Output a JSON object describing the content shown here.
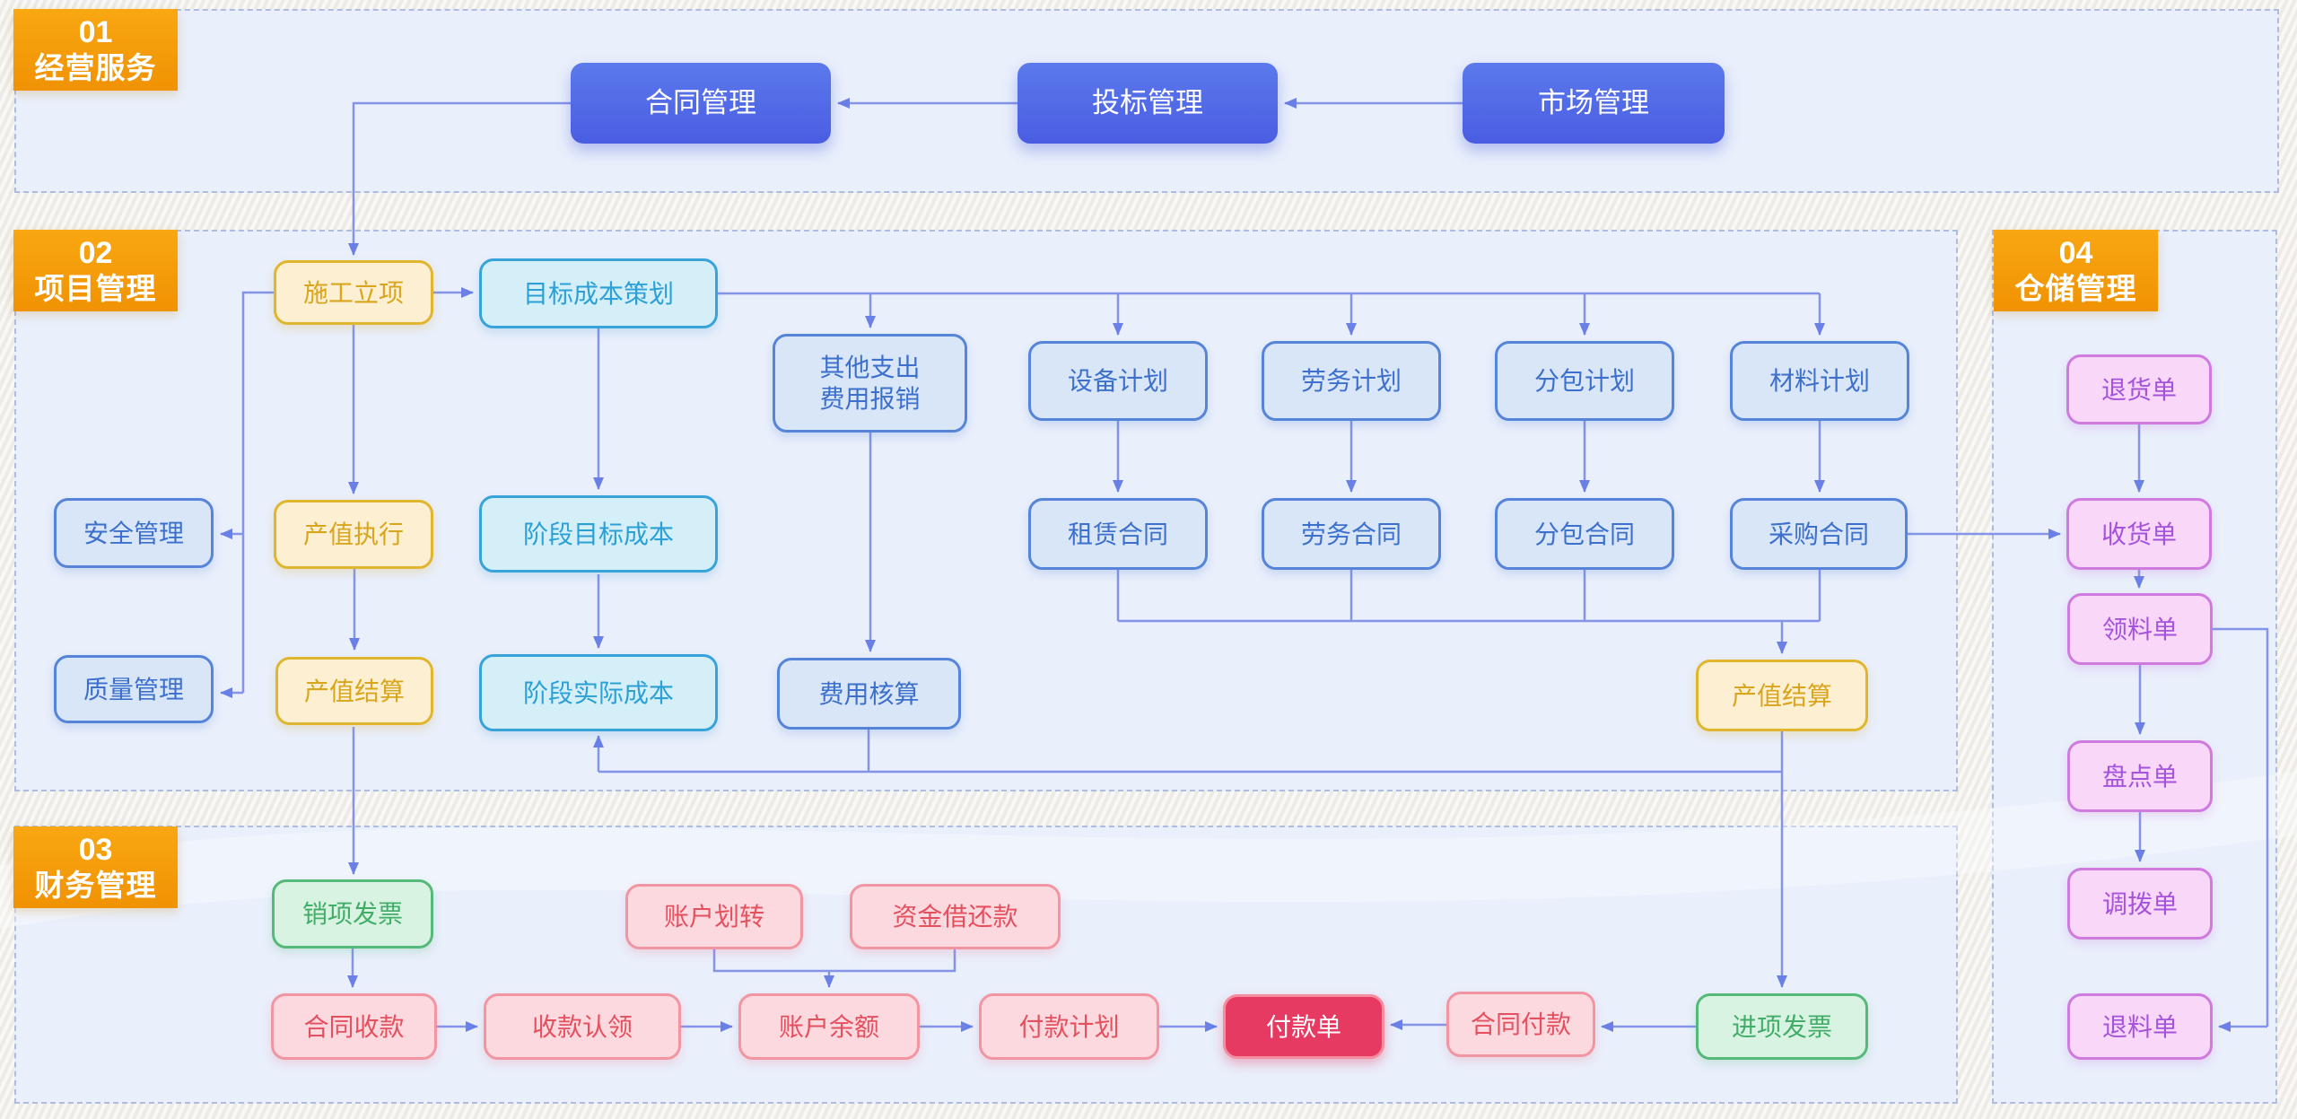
{
  "palette": {
    "section_fill": "#e9effb",
    "section_border": "#aebcdf",
    "label_orange": "#f59e0c",
    "primary_blue": "#5068e6",
    "gold_border": "#e0b62e",
    "gold_text": "#d9a51d",
    "cyan_border": "#38a3d8",
    "blue_border": "#5584d8",
    "green_border": "#55b97a",
    "pink_border": "#f295a2",
    "crimson_fill": "#e73a62",
    "magenta_border": "#cf7ade",
    "connector": "#8494e8",
    "background": "#f1f0ec"
  },
  "sections": [
    {
      "id": "business-services",
      "number": "01",
      "title": "经营服务"
    },
    {
      "id": "project-management",
      "number": "02",
      "title": "项目管理"
    },
    {
      "id": "finance-management",
      "number": "03",
      "title": "财务管理"
    },
    {
      "id": "warehouse-management",
      "number": "04",
      "title": "仓储管理"
    }
  ],
  "nodes": [
    {
      "id": "contract-management",
      "label": "合同管理",
      "variant": "primary"
    },
    {
      "id": "bidding-management",
      "label": "投标管理",
      "variant": "primary"
    },
    {
      "id": "market-management",
      "label": "市场管理",
      "variant": "primary"
    },
    {
      "id": "construction-initiation",
      "label": "施工立项",
      "variant": "gold"
    },
    {
      "id": "target-cost-planning",
      "label": "目标成本策划",
      "variant": "cyan"
    },
    {
      "id": "other-expense-reimbursement",
      "label": "其他支出\n费用报销",
      "variant": "bluelight"
    },
    {
      "id": "equipment-plan",
      "label": "设备计划",
      "variant": "bluelight"
    },
    {
      "id": "labor-plan",
      "label": "劳务计划",
      "variant": "bluelight"
    },
    {
      "id": "subcontract-plan",
      "label": "分包计划",
      "variant": "bluelight"
    },
    {
      "id": "material-plan",
      "label": "材料计划",
      "variant": "bluelight"
    },
    {
      "id": "safety-management",
      "label": "安全管理",
      "variant": "bluelight"
    },
    {
      "id": "output-value-execution",
      "label": "产值执行",
      "variant": "gold"
    },
    {
      "id": "stage-target-cost",
      "label": "阶段目标成本",
      "variant": "cyan"
    },
    {
      "id": "lease-contract",
      "label": "租赁合同",
      "variant": "bluelight"
    },
    {
      "id": "labor-contract",
      "label": "劳务合同",
      "variant": "bluelight"
    },
    {
      "id": "subcontract-contract",
      "label": "分包合同",
      "variant": "bluelight"
    },
    {
      "id": "procurement-contract",
      "label": "采购合同",
      "variant": "bluelight"
    },
    {
      "id": "quality-management",
      "label": "质量管理",
      "variant": "bluelight"
    },
    {
      "id": "output-value-settlement",
      "label": "产值结算",
      "variant": "gold"
    },
    {
      "id": "stage-actual-cost",
      "label": "阶段实际成本",
      "variant": "cyan"
    },
    {
      "id": "expense-accounting",
      "label": "费用核算",
      "variant": "bluelight"
    },
    {
      "id": "output-value-settlement-2",
      "label": "产值结算",
      "variant": "gold"
    },
    {
      "id": "sales-invoice",
      "label": "销项发票",
      "variant": "green"
    },
    {
      "id": "account-transfer",
      "label": "账户划转",
      "variant": "pink"
    },
    {
      "id": "fund-borrowing",
      "label": "资金借还款",
      "variant": "pink"
    },
    {
      "id": "contract-receipt",
      "label": "合同收款",
      "variant": "pink"
    },
    {
      "id": "receipt-claim",
      "label": "收款认领",
      "variant": "pink"
    },
    {
      "id": "account-balance",
      "label": "账户余额",
      "variant": "pink"
    },
    {
      "id": "payment-plan",
      "label": "付款计划",
      "variant": "pink"
    },
    {
      "id": "payment-slip",
      "label": "付款单",
      "variant": "crimson"
    },
    {
      "id": "contract-payment",
      "label": "合同付款",
      "variant": "pink"
    },
    {
      "id": "input-invoice",
      "label": "进项发票",
      "variant": "green"
    },
    {
      "id": "return-goods-slip",
      "label": "退货单",
      "variant": "magenta"
    },
    {
      "id": "receiving-slip",
      "label": "收货单",
      "variant": "magenta"
    },
    {
      "id": "material-requisition-slip",
      "label": "领料单",
      "variant": "magenta"
    },
    {
      "id": "stocktaking-slip",
      "label": "盘点单",
      "variant": "magenta"
    },
    {
      "id": "transfer-slip",
      "label": "调拨单",
      "variant": "magenta"
    },
    {
      "id": "material-return-slip",
      "label": "退料单",
      "variant": "magenta"
    }
  ],
  "edges": [
    {
      "from": "market-management",
      "to": "bidding-management"
    },
    {
      "from": "bidding-management",
      "to": "contract-management"
    },
    {
      "from": "contract-management",
      "to": "construction-initiation"
    },
    {
      "from": "construction-initiation",
      "to": "target-cost-planning"
    },
    {
      "from": "construction-initiation",
      "to": "safety-management"
    },
    {
      "from": "construction-initiation",
      "to": "quality-management"
    },
    {
      "from": "construction-initiation",
      "to": "output-value-execution"
    },
    {
      "from": "output-value-execution",
      "to": "output-value-settlement"
    },
    {
      "from": "output-value-settlement",
      "to": "sales-invoice"
    },
    {
      "from": "sales-invoice",
      "to": "contract-receipt"
    },
    {
      "from": "target-cost-planning",
      "to": "stage-target-cost"
    },
    {
      "from": "stage-target-cost",
      "to": "stage-actual-cost"
    },
    {
      "from": "target-cost-planning",
      "to": "other-expense-reimbursement"
    },
    {
      "from": "target-cost-planning",
      "to": "equipment-plan"
    },
    {
      "from": "target-cost-planning",
      "to": "labor-plan"
    },
    {
      "from": "target-cost-planning",
      "to": "subcontract-plan"
    },
    {
      "from": "target-cost-planning",
      "to": "material-plan"
    },
    {
      "from": "other-expense-reimbursement",
      "to": "expense-accounting"
    },
    {
      "from": "equipment-plan",
      "to": "lease-contract"
    },
    {
      "from": "labor-plan",
      "to": "labor-contract"
    },
    {
      "from": "subcontract-plan",
      "to": "subcontract-contract"
    },
    {
      "from": "material-plan",
      "to": "procurement-contract"
    },
    {
      "from": "lease-contract",
      "to": "output-value-settlement-2"
    },
    {
      "from": "labor-contract",
      "to": "output-value-settlement-2"
    },
    {
      "from": "subcontract-contract",
      "to": "output-value-settlement-2"
    },
    {
      "from": "procurement-contract",
      "to": "output-value-settlement-2"
    },
    {
      "from": "procurement-contract",
      "to": "receiving-slip"
    },
    {
      "from": "expense-accounting",
      "to": "stage-actual-cost"
    },
    {
      "from": "output-value-settlement-2",
      "to": "stage-actual-cost"
    },
    {
      "from": "output-value-settlement-2",
      "to": "input-invoice"
    },
    {
      "from": "input-invoice",
      "to": "contract-payment"
    },
    {
      "from": "contract-payment",
      "to": "payment-slip"
    },
    {
      "from": "account-transfer",
      "to": "account-balance"
    },
    {
      "from": "fund-borrowing",
      "to": "account-balance"
    },
    {
      "from": "contract-receipt",
      "to": "receipt-claim"
    },
    {
      "from": "receipt-claim",
      "to": "account-balance"
    },
    {
      "from": "account-balance",
      "to": "payment-plan"
    },
    {
      "from": "payment-plan",
      "to": "payment-slip"
    },
    {
      "from": "return-goods-slip",
      "to": "receiving-slip"
    },
    {
      "from": "receiving-slip",
      "to": "material-requisition-slip"
    },
    {
      "from": "material-requisition-slip",
      "to": "stocktaking-slip"
    },
    {
      "from": "stocktaking-slip",
      "to": "transfer-slip"
    },
    {
      "from": "material-requisition-slip",
      "to": "material-return-slip"
    }
  ]
}
